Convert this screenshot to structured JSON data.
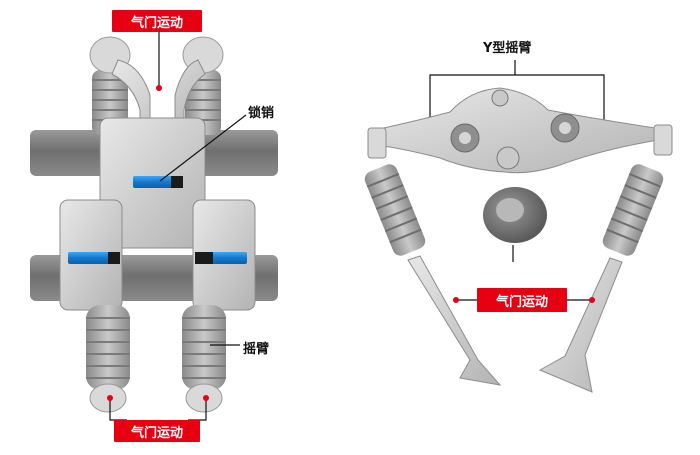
{
  "labels": {
    "left_top_valve": "气门运动",
    "left_pin": "锁销",
    "left_rocker": "摇臂",
    "left_bottom_valve": "气门运动",
    "right_y_rocker": "Y型摇臂",
    "right_valve": "气门运动"
  },
  "colors": {
    "accent_red": "#e60012",
    "pin_blue": "#1a8fe0",
    "metal_light": "#d6d6d6",
    "metal_mid": "#a8a8a8",
    "metal_dark": "#6e6e6e",
    "shaft": "#7d7d7d"
  }
}
